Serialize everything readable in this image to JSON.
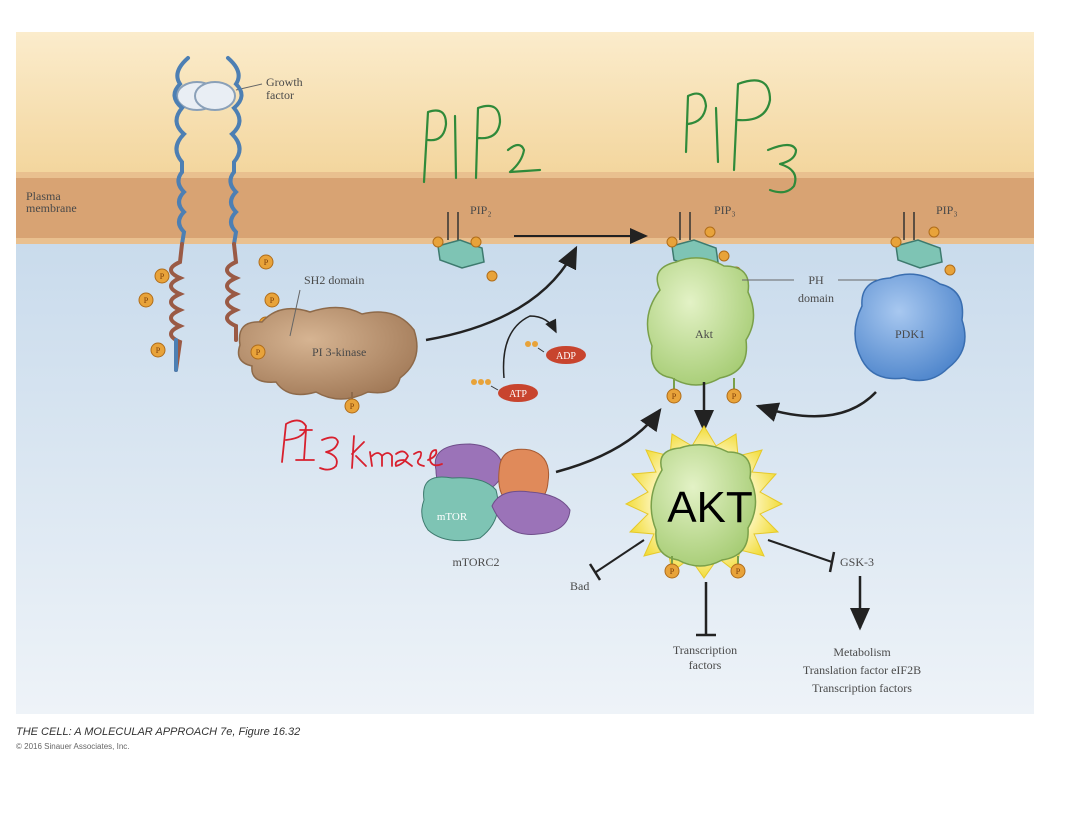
{
  "figure": {
    "labels": {
      "growth_factor_1": "Growth",
      "growth_factor_2": "factor",
      "plasma_membrane_1": "Plasma",
      "plasma_membrane_2": "membrane",
      "pip2": "PIP₂",
      "pip3_akt": "PIP₃",
      "pip3_pdk1": "PIP₃",
      "sh2_domain": "SH2 domain",
      "pi3_kinase": "PI 3-kinase",
      "adp": "ADP",
      "atp": "ATP",
      "akt_small": "Akt",
      "ph_domain_1": "PH",
      "ph_domain_2": "domain",
      "pdk1": "PDK1",
      "mtor": "mTOR",
      "mtorc2": "mTORC2",
      "akt_active": "AKT",
      "bad": "Bad",
      "gsk3": "GSK-3",
      "transcription_factors_1": "Transcription",
      "transcription_factors_2": "factors",
      "metabolism_1": "Metabolism",
      "metabolism_2": "Translation factor eIF2B",
      "metabolism_3": "Transcription factors",
      "phospho": "P"
    },
    "handwritten": {
      "pip2": "PIP2",
      "pip3": "PIP3",
      "pi3_kinase": "PI3 kinase"
    },
    "colors": {
      "extracellular": "#f6dfae",
      "membrane": "#d9a574",
      "cytoplasm": "#d6e3ef",
      "receptor": "#4d7fb3",
      "receptor_coil": "#9a5a45",
      "pi3k": "#b38a68",
      "akt": "#b8d88a",
      "pdk1": "#6f9fd8",
      "mtor_teal": "#7ec4b4",
      "mtor_purple": "#9b73b8",
      "mtor_orange": "#e08a5a",
      "starburst": "#f4e35a",
      "phosphate": "#e8a33a",
      "atp_red": "#c8442e",
      "ink_green": "#2f8a3a",
      "ink_red": "#d8202e"
    }
  },
  "credit": {
    "title": "THE CELL: A MOLECULAR APPROACH 7e, Figure 16.32",
    "copyright": "© 2016 Sinauer Associates, Inc."
  }
}
